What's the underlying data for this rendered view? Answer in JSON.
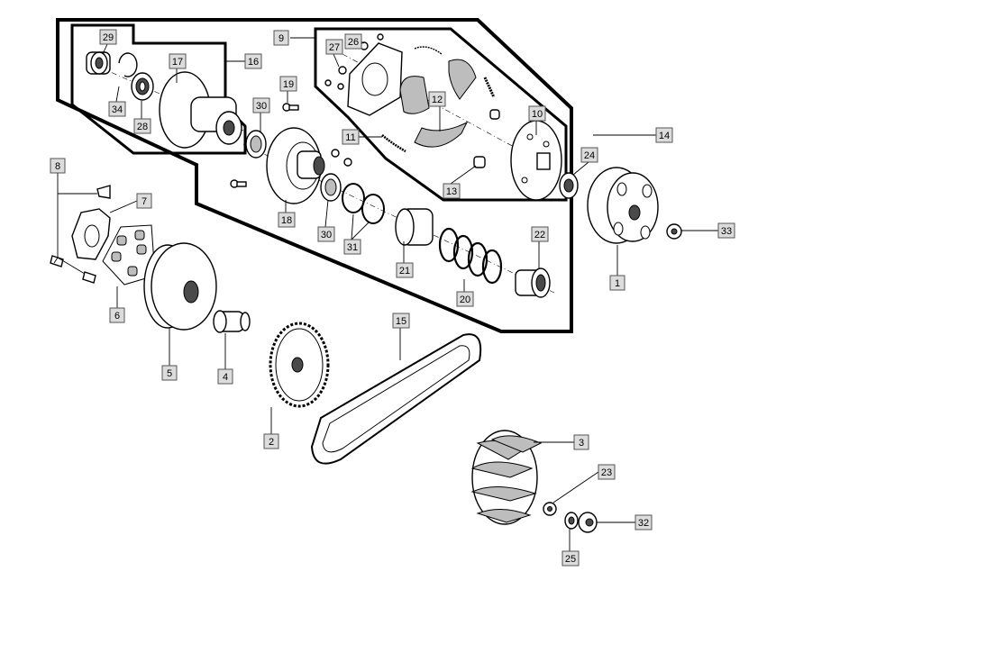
{
  "diagram": {
    "type": "exploded-parts-diagram",
    "callouts": [
      {
        "id": "c1",
        "label": "1"
      },
      {
        "id": "c2",
        "label": "2"
      },
      {
        "id": "c3",
        "label": "3"
      },
      {
        "id": "c4",
        "label": "4"
      },
      {
        "id": "c5",
        "label": "5"
      },
      {
        "id": "c6",
        "label": "6"
      },
      {
        "id": "c7",
        "label": "7"
      },
      {
        "id": "c8",
        "label": "8"
      },
      {
        "id": "c9",
        "label": "9"
      },
      {
        "id": "c10",
        "label": "10"
      },
      {
        "id": "c11",
        "label": "11"
      },
      {
        "id": "c12",
        "label": "12"
      },
      {
        "id": "c13",
        "label": "13"
      },
      {
        "id": "c14",
        "label": "14"
      },
      {
        "id": "c15",
        "label": "15"
      },
      {
        "id": "c16",
        "label": "16"
      },
      {
        "id": "c17",
        "label": "17"
      },
      {
        "id": "c18",
        "label": "18"
      },
      {
        "id": "c19",
        "label": "19"
      },
      {
        "id": "c20",
        "label": "20"
      },
      {
        "id": "c21",
        "label": "21"
      },
      {
        "id": "c22",
        "label": "22"
      },
      {
        "id": "c23",
        "label": "23"
      },
      {
        "id": "c24",
        "label": "24"
      },
      {
        "id": "c25",
        "label": "25"
      },
      {
        "id": "c26",
        "label": "26"
      },
      {
        "id": "c27",
        "label": "27"
      },
      {
        "id": "c28",
        "label": "28"
      },
      {
        "id": "c29",
        "label": "29"
      },
      {
        "id": "c30a",
        "label": "30"
      },
      {
        "id": "c30b",
        "label": "30"
      },
      {
        "id": "c31",
        "label": "31"
      },
      {
        "id": "c32",
        "label": "32"
      },
      {
        "id": "c33",
        "label": "33"
      },
      {
        "id": "c34",
        "label": "34"
      }
    ]
  }
}
